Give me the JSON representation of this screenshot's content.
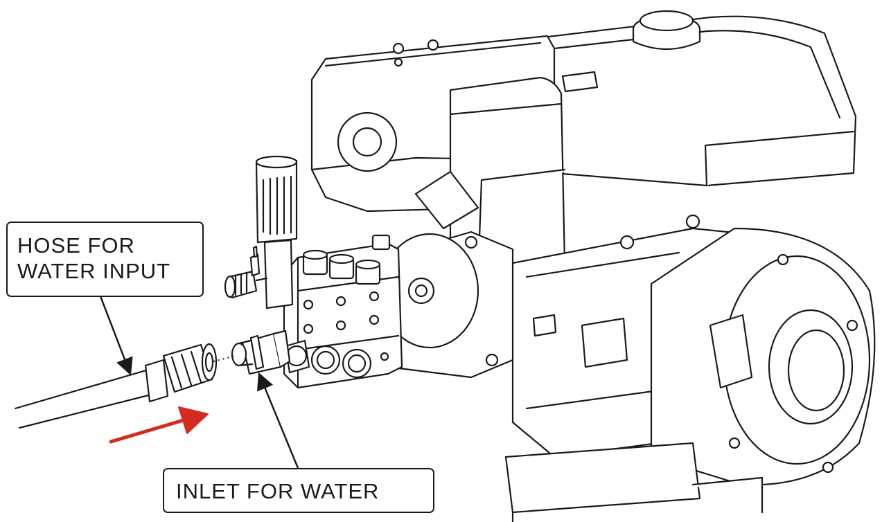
{
  "callouts": {
    "hose_line1": "HOSE FOR",
    "hose_line2": "WATER INPUT",
    "inlet": "INLET FOR WATER"
  },
  "colors": {
    "line": "#1a1a1a",
    "flow_arrow": "#d42a20",
    "background": "#ffffff"
  }
}
